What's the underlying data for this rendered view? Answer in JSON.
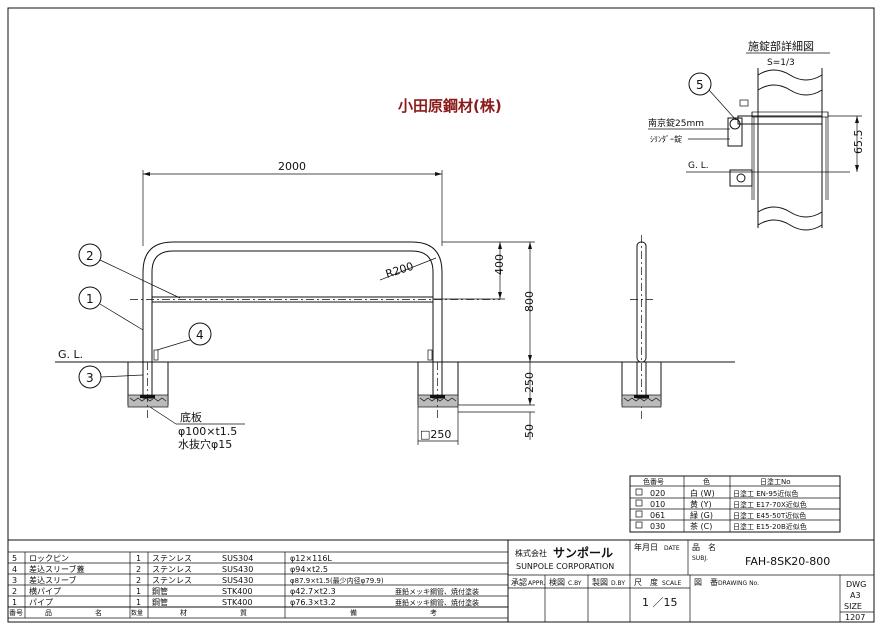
{
  "company_stamp": "小田原鋼材(株)",
  "accent_color": "#8b1a1a",
  "front_view": {
    "width_dim": "2000",
    "radius_label": "R200",
    "dim_400": "400",
    "dim_800": "800",
    "dim_250": "250",
    "dim_50": "50",
    "ground_label": "G. L.",
    "base_plate_title": "底板",
    "base_plate_spec": "φ100×t1.5",
    "drain_hole": "水抜穴φ15",
    "footing_width": "□250",
    "balloons": [
      "2",
      "1",
      "3",
      "4"
    ]
  },
  "detail_view": {
    "title": "施錠部詳細図",
    "scale": "S=1/3",
    "balloon": "5",
    "lock_label": "南京錠25mm",
    "cylinder_label": "ｼﾘﾝﾀﾞｰ錠",
    "ground_label": "G. L.",
    "dim_65_5": "65.5"
  },
  "color_table": {
    "headers": [
      "色番号",
      "色",
      "日塗工No"
    ],
    "rows": [
      [
        "020",
        "白 (W)",
        "日塗工 EN-95近似色"
      ],
      [
        "010",
        "黄 (Y)",
        "日塗工 E17-70X近似色"
      ],
      [
        "061",
        "緑 (G)",
        "日塗工 E45-50T近似色"
      ],
      [
        "030",
        "茶 (C)",
        "日塗工 E15-20B近似色"
      ]
    ]
  },
  "parts_list": {
    "headers": [
      "番号",
      "品",
      "名",
      "数量",
      "材",
      "質",
      "備",
      "考"
    ],
    "rows": [
      [
        "5",
        "ロックピン",
        "1",
        "ステンレス",
        "SUS304",
        "φ12×116L",
        ""
      ],
      [
        "4",
        "差込スリーブ蓋",
        "2",
        "ステンレス",
        "SUS430",
        "φ94×t2.5",
        ""
      ],
      [
        "3",
        "差込スリーブ",
        "2",
        "ステンレス",
        "SUS430",
        "φ87.9×t1.5(最少内径φ79.9)",
        ""
      ],
      [
        "2",
        "横パイプ",
        "1",
        "鋼管",
        "STK400",
        "φ42.7×t2.3",
        "亜鉛メッキ鋼管、焼付塗装"
      ],
      [
        "1",
        "パイプ",
        "1",
        "鋼管",
        "STK400",
        "φ76.3×t3.2",
        "亜鉛メッキ鋼管、焼付塗装"
      ]
    ]
  },
  "title_block": {
    "company_jp": "株式会社",
    "company_logo": "サンポール",
    "company_en": "SUNPOLE CORPORATION",
    "date_label": "年月日",
    "date_label_en": "DATE",
    "name_label": "品　名",
    "subj_label": "SUBJ.",
    "product_name": "FAH-8SK20-800",
    "approval_label": "承認",
    "approval_en": "APPR.",
    "check_label": "検図",
    "check_en": "C.BY",
    "draw_label": "製図",
    "draw_en": "D.BY",
    "scale_label": "尺　度",
    "scale_en": "SCALE",
    "scale_value": "1 ／15",
    "drawing_no_label": "図　番",
    "drawing_no_en": "DRAWING No.",
    "dwg_label": "DWG",
    "size_value": "A3",
    "size_label": "SIZE",
    "code": "1207"
  }
}
